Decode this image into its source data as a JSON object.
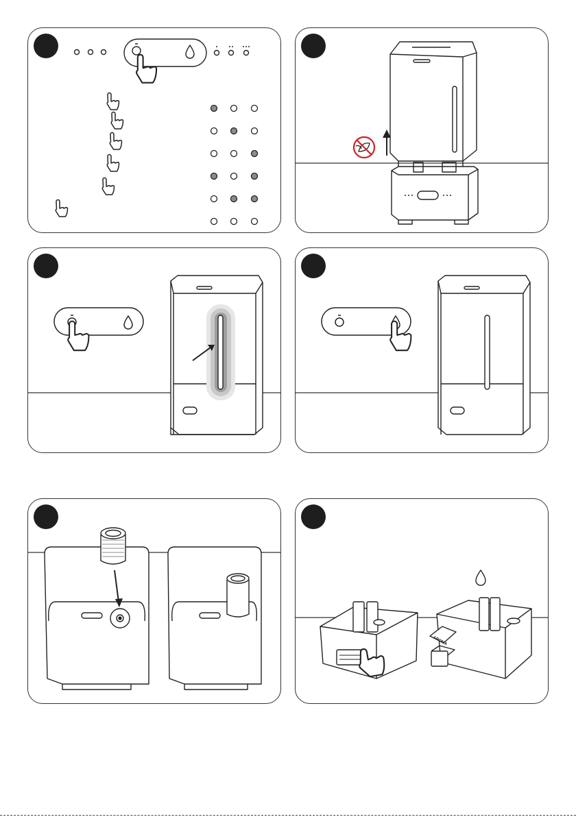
{
  "panels": [
    {
      "id": "p1",
      "step": "",
      "content": "button-sequence"
    },
    {
      "id": "p2",
      "step": "",
      "content": "lift-tank"
    },
    {
      "id": "p3",
      "step": "",
      "content": "power-press"
    },
    {
      "id": "p4",
      "step": "",
      "content": "mist-press"
    },
    {
      "id": "p5",
      "step": "",
      "content": "filter-insert"
    },
    {
      "id": "p6",
      "step": "",
      "content": "aroma-tray"
    }
  ],
  "indicator_grid": [
    [
      1,
      0,
      0
    ],
    [
      0,
      1,
      0
    ],
    [
      0,
      0,
      1
    ],
    [
      1,
      0,
      1
    ],
    [
      0,
      1,
      1
    ],
    [
      0,
      0,
      0
    ]
  ],
  "aroma_label": "AROMA",
  "colors": {
    "line": "#222222",
    "fill_on": "#8c8c8c",
    "badge": "#1e1e1e",
    "glow": "#b5b5b5"
  },
  "icons": [
    "hand-pointer-icon",
    "power-icon",
    "water-drop-icon",
    "no-leaf-icon",
    "arrow-up-icon",
    "arrow-down-icon"
  ]
}
